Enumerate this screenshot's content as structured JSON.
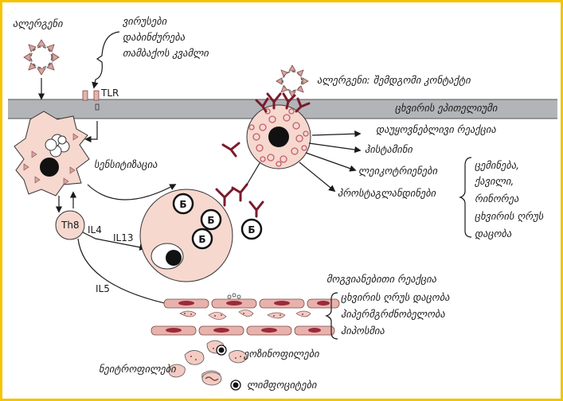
{
  "colors": {
    "frame": "#f5c400",
    "epithelium": "#b2b4b8",
    "dark_red": "#7b1a2c",
    "cell_pink": "#f6d8cf",
    "vessel_pink": "#e8b2ac",
    "granule_pink": "#e08a94"
  },
  "labels": {
    "allergen": "ალერგენი",
    "triggers": [
      "ვირუსები",
      "დაბინძურება",
      "თამბაქოს კვამლი"
    ],
    "tlr": "TLR",
    "allergen_repeat": "ალერგენი: შემდგომი კონტაქტი",
    "epithelium": "ცხვირის ეპითელიუმი",
    "immediate_reaction": "დაუყოვნებლივი რეაქცია",
    "histamine": "ჰისტამინი",
    "leukotrienes": "ლეიკოტრიენები",
    "prostaglandins": "პროსტაგლანდინები",
    "symptoms": [
      "ცემინება,",
      "ქავილი,",
      "რინორეა",
      "ცხვირის ღრუს",
      "დაცობა"
    ],
    "sensitization": "სენსიტიზაცია",
    "th": "Th8",
    "il4": "IL4",
    "il13": "IL13",
    "il5": "IL5",
    "b_cell": "Б",
    "late_reaction": "მოგვიანებითი რეაქცია",
    "late_symptoms": [
      "ცხვირის ღრუს დაცობა",
      "ჰიპერმგრძნობელობა",
      "ჰიპოსმია"
    ],
    "eosinophils": "ეოზინოფილები",
    "neutrophils": "ნეიტროფილები",
    "lymphocytes": "ლიმფოციტები"
  }
}
